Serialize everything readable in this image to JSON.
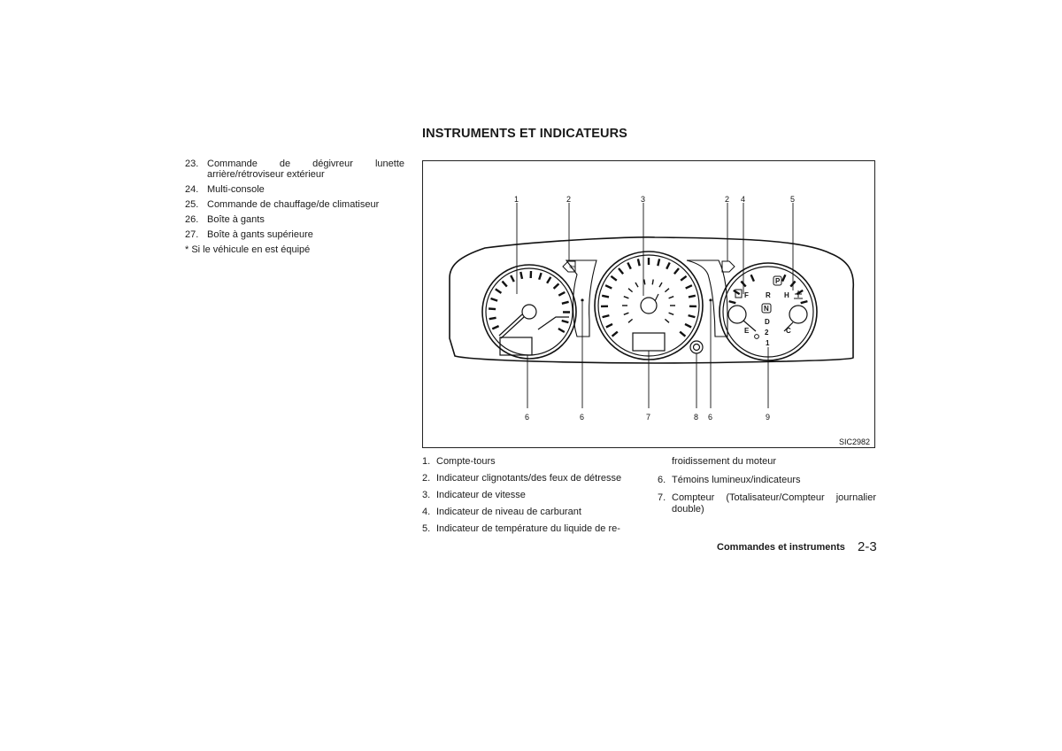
{
  "page_title": "INSTRUMENTS ET INDICATEURS",
  "left_list": {
    "items": [
      {
        "num": "23.",
        "text": "Commande de dégivreur lunette",
        "text2": "arrière/rétroviseur extérieur"
      },
      {
        "num": "24.",
        "text": "Multi-console"
      },
      {
        "num": "25.",
        "text": "Commande de chauffage/de climatiseur"
      },
      {
        "num": "26.",
        "text": "Boîte à gants"
      },
      {
        "num": "27.",
        "text": "Boîte à gants supérieure"
      }
    ],
    "note": "* Si le véhicule en est équipé"
  },
  "figure": {
    "code": "SIC2982",
    "callouts_top": [
      "1",
      "2",
      "3",
      "2",
      "4",
      "5"
    ],
    "callouts_bottom": [
      "6",
      "6",
      "7",
      "8",
      "6",
      "9"
    ],
    "gauge_letters": {
      "fuel_full": "F",
      "fuel_empty": "E",
      "temp_hot": "H",
      "temp_cold": "C",
      "gear_positions": [
        "P",
        "R",
        "N",
        "D",
        "2",
        "1"
      ]
    }
  },
  "legend": {
    "col1": [
      {
        "num": "1.",
        "text": "Compte-tours"
      },
      {
        "num": "2.",
        "text": "Indicateur clignotants/des feux de détresse"
      },
      {
        "num": "3.",
        "text": "Indicateur de vitesse"
      },
      {
        "num": "4.",
        "text": "Indicateur de niveau de carburant"
      },
      {
        "num": "5.",
        "text": "Indicateur de température du liquide de re-"
      }
    ],
    "col2_continuation": "froidissement du moteur",
    "col2": [
      {
        "num": "6.",
        "text": "Témoins lumineux/indicateurs"
      },
      {
        "num": "7.",
        "text": "Compteur (Totalisateur/Compteur journalier",
        "text2": "double)"
      }
    ]
  },
  "footer": {
    "section": "Commandes et instruments",
    "page": "2-3"
  }
}
